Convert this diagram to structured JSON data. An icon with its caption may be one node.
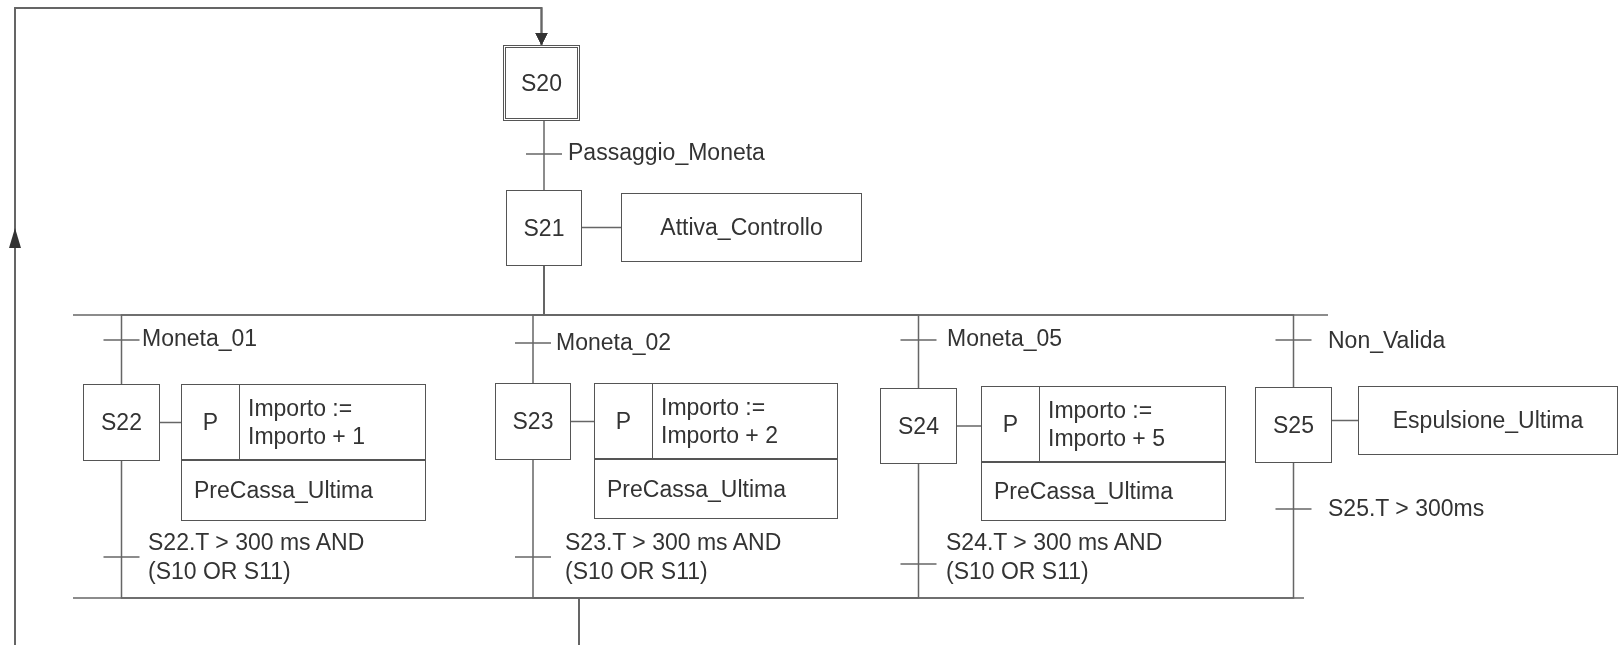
{
  "diagram": {
    "nodes": [
      {
        "text": [
          "S20"
        ]
      },
      {
        "text": [
          "S21"
        ]
      },
      {
        "text": [
          "Attiva_Controllo"
        ]
      },
      {
        "text": [
          "S22"
        ]
      },
      {
        "text": [
          "P",
          "Importo := Importo + 1",
          "PreCassa_Ultima"
        ]
      },
      {
        "text": [
          "S23"
        ]
      },
      {
        "text": [
          "P",
          "Importo := Importo + 2",
          "PreCassa_Ultima"
        ]
      },
      {
        "text": [
          "S24"
        ]
      },
      {
        "text": [
          "P",
          "Importo := Importo + 5",
          "PreCassa_Ultima"
        ]
      },
      {
        "text": [
          "S25"
        ]
      },
      {
        "text": [
          "Espulsione_Ultima"
        ]
      }
    ],
    "edges": [
      {
        "from": 0,
        "to": 1,
        "arrow": "none",
        "label": "Passaggio_Moneta"
      },
      {
        "from": 1,
        "to": 2,
        "arrow": "none"
      },
      {
        "from": 1,
        "to": 3,
        "arrow": "none",
        "label": "Moneta_01"
      },
      {
        "from": 1,
        "to": 5,
        "arrow": "none",
        "label": "Moneta_02"
      },
      {
        "from": 1,
        "to": 7,
        "arrow": "none",
        "label": "Moneta_05"
      },
      {
        "from": 1,
        "to": 9,
        "arrow": "none",
        "label": "Non_Valida"
      },
      {
        "from": 3,
        "to": 4,
        "arrow": "none"
      },
      {
        "from": 5,
        "to": 6,
        "arrow": "none"
      },
      {
        "from": 7,
        "to": 8,
        "arrow": "none"
      },
      {
        "from": 9,
        "to": 10,
        "arrow": "none"
      },
      {
        "from": 3,
        "to": 0,
        "arrow": "to",
        "label": "S22.T > 300 ms AND (S10 OR S11)"
      },
      {
        "from": 5,
        "to": 0,
        "arrow": "to",
        "label": "S23.T > 300 ms AND (S10 OR S11)"
      },
      {
        "from": 7,
        "to": 0,
        "arrow": "to",
        "label": "S24.T > 300 ms AND (S10 OR S11)"
      },
      {
        "from": 9,
        "to": 0,
        "arrow": "to",
        "label": "S25.T > 300ms"
      }
    ]
  }
}
